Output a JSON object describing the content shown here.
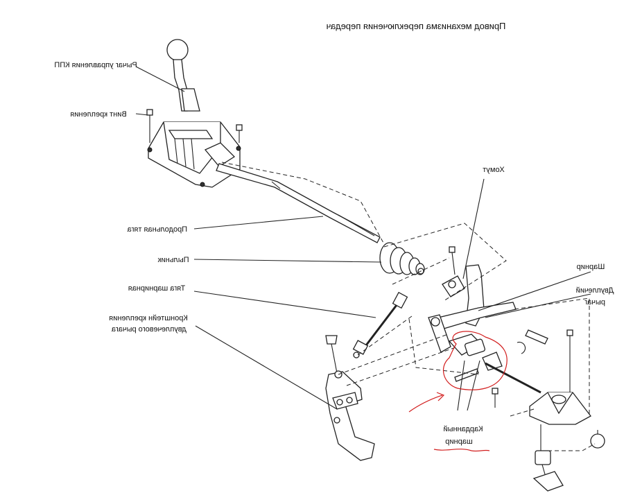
{
  "title": "Привод механизма переключения передач",
  "labels": {
    "shift_lever": "Рычаг управления КПП",
    "mount_screw": "Винт крепления",
    "longitudinal_rod": "Продольная тяга",
    "boot": "Пыльник",
    "hinged_rod": "Тяга шарнирная",
    "bracket_line1": "Кронштейн крепления",
    "bracket_line2": "двуплечевого рычага",
    "clamp": "Хомут",
    "hinge": "Шарнир",
    "double_lever_line1": "Двуплечий",
    "double_lever_line2": "рычаг",
    "cardan_line1": "Карданный",
    "cardan_line2": "шарнир"
  },
  "colors": {
    "line": "#222222",
    "annotation_red": "#d21e1e",
    "background": "#ffffff"
  }
}
